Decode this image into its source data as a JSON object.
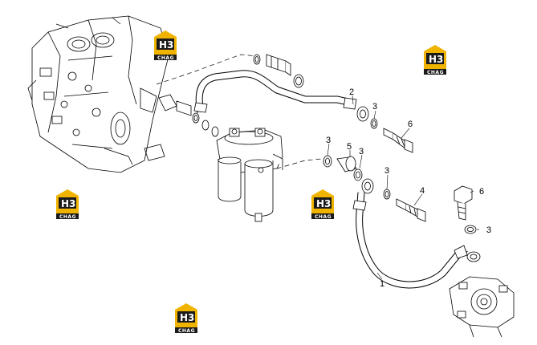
{
  "colors": {
    "ink": "#000000",
    "paper": "#ffffff",
    "watermark_gold": "#f0b400",
    "watermark_dark": "#1a1a1a"
  },
  "watermark": {
    "logo": "H3",
    "sub": "CHAG"
  },
  "callouts": {
    "c1": "1",
    "c2": "2",
    "c3a": "3",
    "c3b": "3",
    "c3c": "3",
    "c3d": "3",
    "c3e": "3",
    "c4": "4",
    "c5": "5",
    "c6a": "6",
    "c6b": "6"
  },
  "icons": [
    "engine-block-icon",
    "fuel-filter-icon",
    "injection-pump-icon",
    "banjo-bolt-icon",
    "o-ring-icon"
  ]
}
